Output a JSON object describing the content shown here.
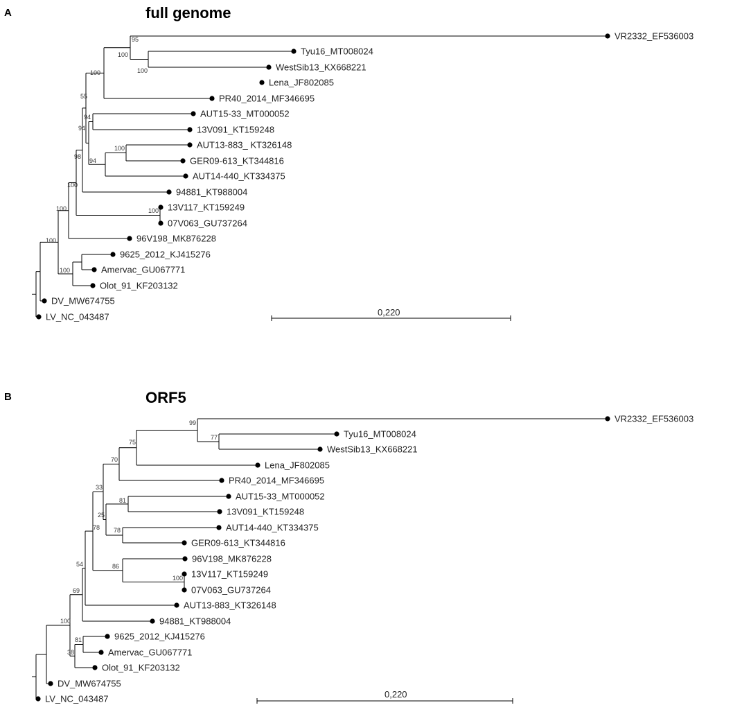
{
  "panels": [
    {
      "letter": "A",
      "title": "full genome",
      "scale_label": "0,220",
      "leaves": [
        "VR2332_EF536003",
        "Tyu16_MT008024",
        "WestSib13_KX668221",
        "Lena_JF802085",
        "PR40_2014_MF346695",
        "AUT15-33_MT000052",
        "13V091_KT159248",
        "AUT13-883_ KT326148",
        "GER09-613_KT344816",
        "AUT14-440_KT334375",
        "94881_KT988004",
        "13V117_KT159249",
        "07V063_GU737264",
        "96V198_MK876228",
        "9625_2012_KJ415276",
        "Amervac_GU067771",
        "Olot_91_KF203132",
        "DV_MW674755",
        "LV_NC_043487"
      ],
      "supports": [
        "95",
        "100",
        "100",
        "100",
        "55",
        "94",
        "94",
        "100",
        "94",
        "98",
        "100",
        "100",
        "100",
        "100",
        "100"
      ]
    },
    {
      "letter": "B",
      "title": "ORF5",
      "scale_label": "0,220",
      "leaves": [
        "VR2332_EF536003",
        "Tyu16_MT008024",
        "WestSib13_KX668221",
        "Lena_JF802085",
        "PR40_2014_MF346695",
        "AUT15-33_MT000052",
        "13V091_KT159248",
        "AUT14-440_KT334375",
        "GER09-613_KT344816",
        "96V198_MK876228",
        "13V117_KT159249",
        "07V063_GU737264",
        "AUT13-883_KT326148",
        "94881_KT988004",
        "9625_2012_KJ415276",
        "Amervac_GU067771",
        "Olot_91_KF203132",
        "DV_MW674755",
        "LV_NC_043487"
      ],
      "supports": [
        "99",
        "77",
        "75",
        "70",
        "33",
        "81",
        "25",
        "78",
        "78",
        "86",
        "100",
        "54",
        "69",
        "100",
        "81",
        "38"
      ]
    }
  ]
}
